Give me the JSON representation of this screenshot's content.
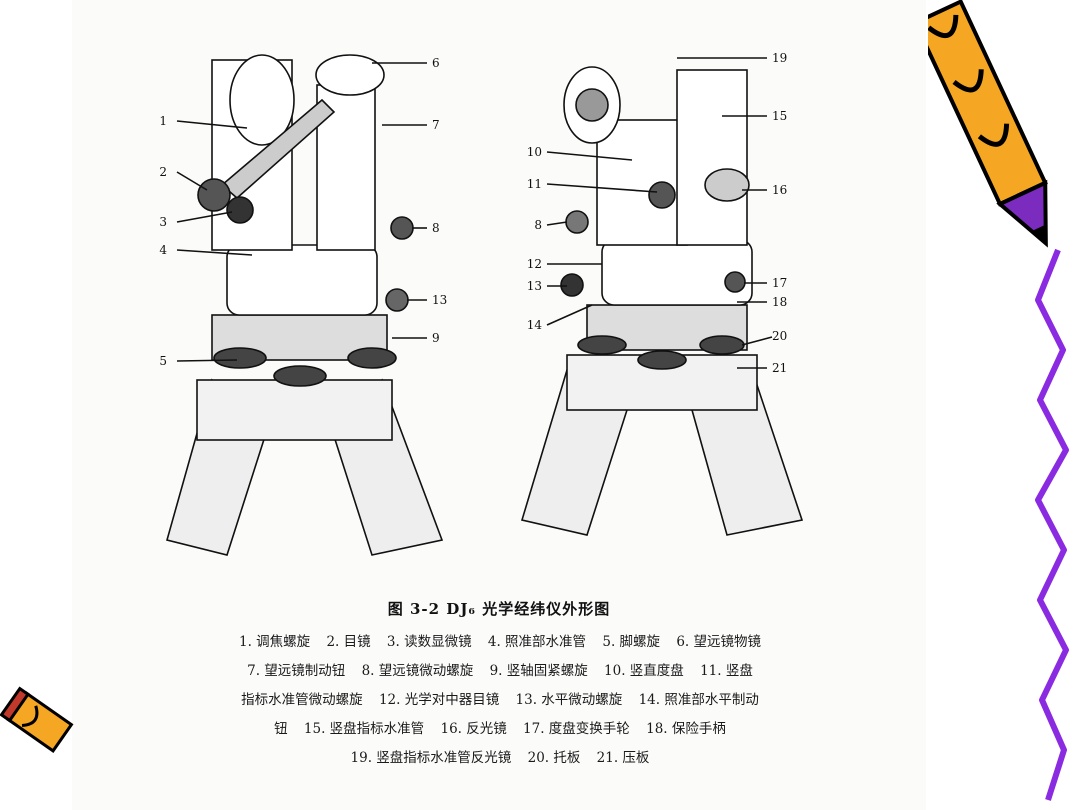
{
  "figure": {
    "title": "图 3-2  DJ₆ 光学经纬仪外形图",
    "labels_left": [
      "1",
      "2",
      "3",
      "4",
      "5",
      "6",
      "7",
      "8",
      "9",
      "13"
    ],
    "labels_right": [
      "19",
      "15",
      "10",
      "11",
      "8",
      "16",
      "12",
      "13",
      "17",
      "18",
      "14",
      "20",
      "21"
    ]
  },
  "legend": {
    "lines": [
      [
        "1. 调焦螺旋",
        "2. 目镜",
        "3. 读数显微镜",
        "4. 照准部水准管",
        "5. 脚螺旋",
        "6. 望远镜物镜"
      ],
      [
        "7. 望远镜制动钮",
        "8. 望远镜微动螺旋",
        "9. 竖轴固紧螺旋",
        "10. 竖直度盘",
        "11. 竖盘"
      ],
      [
        "指标水准管微动螺旋",
        "12. 光学对中器目镜",
        "13. 水平微动螺旋",
        "14. 照准部水平制动"
      ],
      [
        "钮",
        "15. 竖盘指标水准管",
        "16. 反光镜",
        "17. 度盘变换手轮",
        "18. 保险手柄"
      ],
      [
        "19. 竖盘指标水准管反光镜",
        "20. 托板",
        "21. 压板"
      ]
    ]
  },
  "colors": {
    "pencil_body": "#f5a623",
    "pencil_stripe": "#000000",
    "eraser": "#7b2cbf",
    "wave": "#8a2be2",
    "ink": "#111111"
  }
}
